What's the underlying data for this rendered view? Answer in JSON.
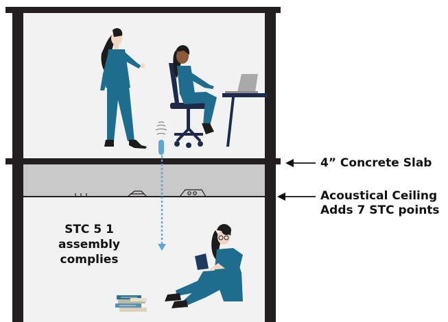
{
  "labels": {
    "slab": "4” Concrete Slab",
    "ceiling_line1": "Acoustical Ceiling",
    "ceiling_line2": "Adds 7 STC points",
    "stc_line1": "STC 5 1",
    "stc_line2": "assembly",
    "stc_line3": "complies"
  },
  "colors": {
    "wall": "#231f20",
    "room": "#f2f2f2",
    "plenum": "#c9c9c9",
    "clothing": "#1e6d8f",
    "sound_path": "#5aa6d8"
  },
  "icons": [
    "speaker-icon",
    "arrow-left-icon",
    "laptop-icon",
    "book-stack-icon"
  ]
}
